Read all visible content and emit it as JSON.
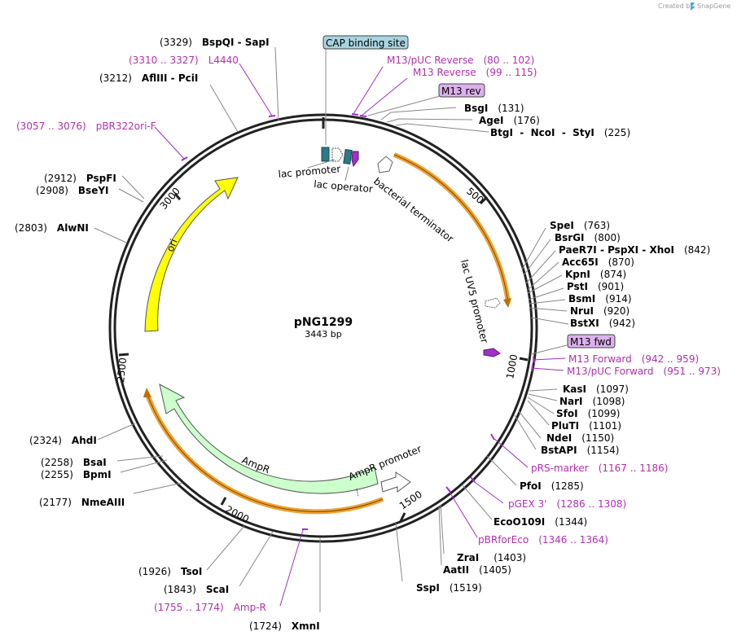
{
  "credit": {
    "prefix": "Created by",
    "brand": "SnapGene"
  },
  "plasmid": {
    "name": "pNG1299",
    "size": "3443 bp",
    "length": 3443
  },
  "ticks": [
    "500",
    "1000",
    "1500",
    "2000",
    "2500",
    "3000"
  ],
  "enzymes": [
    {
      "name": "BsgI",
      "pos": "(131)"
    },
    {
      "name": "AgeI",
      "pos": "(176)"
    },
    {
      "name": "BtgI  -  NcoI  -  StyI",
      "pos": "(225)"
    },
    {
      "name": "SpeI",
      "pos": "(763)"
    },
    {
      "name": "BsrGI",
      "pos": "(800)"
    },
    {
      "name": "PaeR7I  -  PspXI  -  XhoI",
      "pos": "(842)"
    },
    {
      "name": "Acc65I",
      "pos": "(870)"
    },
    {
      "name": "KpnI",
      "pos": "(874)"
    },
    {
      "name": "PstI",
      "pos": "(901)"
    },
    {
      "name": "BsmI",
      "pos": "(914)"
    },
    {
      "name": "NruI",
      "pos": "(920)"
    },
    {
      "name": "BstXI",
      "pos": "(942)"
    },
    {
      "name": "KasI",
      "pos": "(1097)"
    },
    {
      "name": "NarI",
      "pos": "(1098)"
    },
    {
      "name": "SfoI",
      "pos": "(1099)"
    },
    {
      "name": "PluTI",
      "pos": "(1101)"
    },
    {
      "name": "NdeI",
      "pos": "(1150)"
    },
    {
      "name": "BstAPI",
      "pos": "(1154)"
    },
    {
      "name": "PfoI",
      "pos": "(1285)"
    },
    {
      "name": "EcoO109I",
      "pos": "(1344)"
    },
    {
      "name": "ZraI",
      "pos": "(1403)"
    },
    {
      "name": "AatII",
      "pos": "(1405)"
    },
    {
      "name": "SspI",
      "pos": "(1519)"
    },
    {
      "name": "XmnI",
      "pos": "(1724)"
    },
    {
      "name": "ScaI",
      "pos": "(1843)"
    },
    {
      "name": "TsoI",
      "pos": "(1926)"
    },
    {
      "name": "NmeAIII",
      "pos": "(2177)"
    },
    {
      "name": "BpmI",
      "pos": "(2255)"
    },
    {
      "name": "BsaI",
      "pos": "(2258)"
    },
    {
      "name": "AhdI",
      "pos": "(2324)"
    },
    {
      "name": "AlwNI",
      "pos": "(2803)"
    },
    {
      "name": "BseYI",
      "pos": "(2908)"
    },
    {
      "name": "PspFI",
      "pos": "(2912)"
    },
    {
      "name": "AflIII  -  PciI",
      "pos": "(3212)"
    },
    {
      "name": "BspQI  -  SapI",
      "pos": "(3329)"
    }
  ],
  "primers": [
    {
      "name": "M13/pUC Reverse",
      "range": "(80 .. 102)"
    },
    {
      "name": "M13 Reverse",
      "range": "(99 .. 115)"
    },
    {
      "name": "M13 Forward",
      "range": "(942 .. 959)"
    },
    {
      "name": "M13/pUC Forward",
      "range": "(951 .. 973)"
    },
    {
      "name": "pRS-marker",
      "range": "(1167 .. 1186)"
    },
    {
      "name": "pGEX 3'",
      "range": "(1286 .. 1308)"
    },
    {
      "name": "pBRforEco",
      "range": "(1346 .. 1364)"
    },
    {
      "name": "Amp-R",
      "range": "(1755 .. 1774)"
    },
    {
      "name": "pBR322ori-F",
      "range": "(3057 .. 3076)"
    },
    {
      "name": "L4440",
      "range": "(3310 .. 3327)"
    }
  ],
  "boxes": {
    "cap": "CAP binding site",
    "m13rev": "M13 rev",
    "m13fwd": "M13 fwd"
  },
  "features": {
    "lac_promoter": "lac promoter",
    "lac_operator": "lac operator",
    "bacterial_terminator": "bacterial terminator",
    "lacuv5_promoter": "lac UV5 promoter",
    "ori": "ori",
    "ampr": "AmpR",
    "ampr_promoter": "AmpR promoter"
  },
  "colors": {
    "backbone": "#222222",
    "ori": "#ffff00",
    "ampr": "#ccffcc",
    "orange_band": "#f0a030",
    "primer": "#a030c8",
    "box_cap": "#a8d4e0",
    "box_m13": "#dcb0ec",
    "lac_promoter": "#2a7a88",
    "lac_operator": "#2a7a88"
  }
}
